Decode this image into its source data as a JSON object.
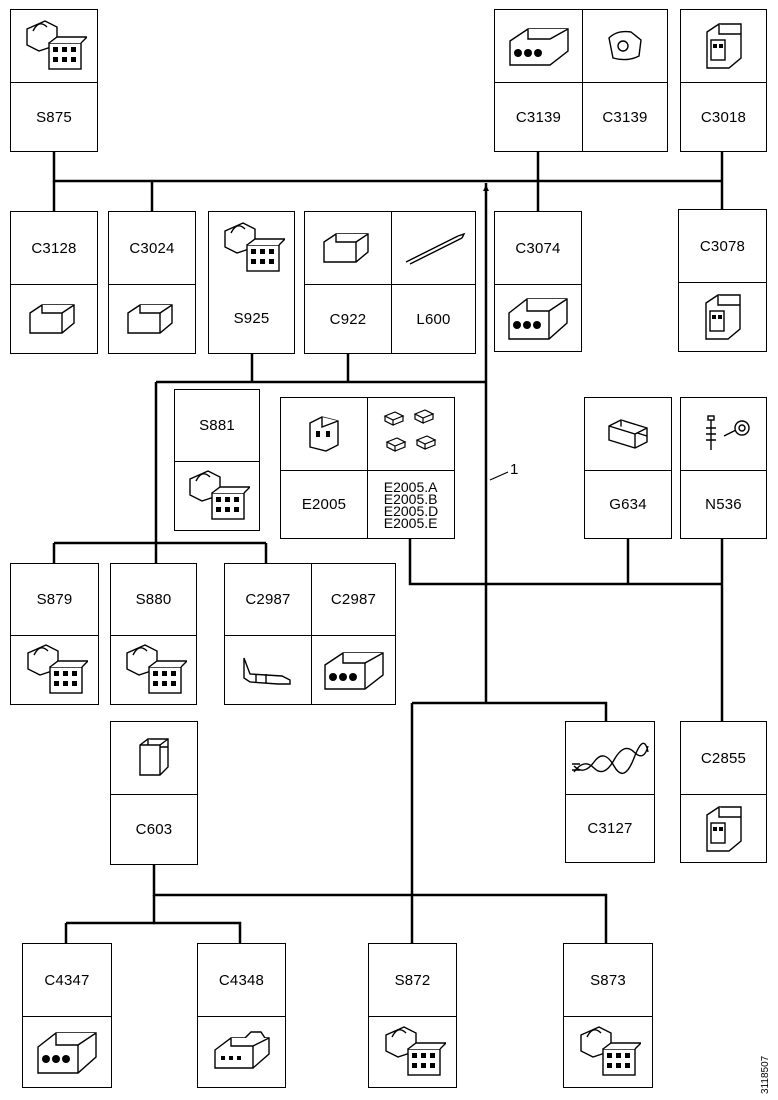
{
  "diagram": {
    "callout": "1",
    "document_id": "3118507"
  },
  "components": {
    "s875": "S875",
    "c3139_a": "C3139",
    "c3139_b": "C3139",
    "c3018": "C3018",
    "c3128": "C3128",
    "c3024": "C3024",
    "s925": "S925",
    "c922": "C922",
    "l600": "L600",
    "c3074": "C3074",
    "c3078": "C3078",
    "s881": "S881",
    "e2005": "E2005",
    "e2005_sub": [
      "E2005.A",
      "E2005.B",
      "E2005.D",
      "E2005.E"
    ],
    "g634": "G634",
    "n536": "N536",
    "s879": "S879",
    "s880": "S880",
    "c2987_a": "C2987",
    "c2987_b": "C2987",
    "c603": "C603",
    "c3127": "C3127",
    "c2855": "C2855",
    "c4347": "C4347",
    "c4348": "C4348",
    "s872": "S872",
    "s873": "S873"
  },
  "icons": {
    "switch": "switch-connector-icon",
    "connector": "plug-connector-icon",
    "multi": "multi-pin-connector-icon",
    "terminal": "terminal-pin-icon",
    "splice": "splice-pack-icon",
    "ground": "ground-stud-icon",
    "twisted": "twisted-pair-icon",
    "wire": "wire-lead-icon"
  }
}
